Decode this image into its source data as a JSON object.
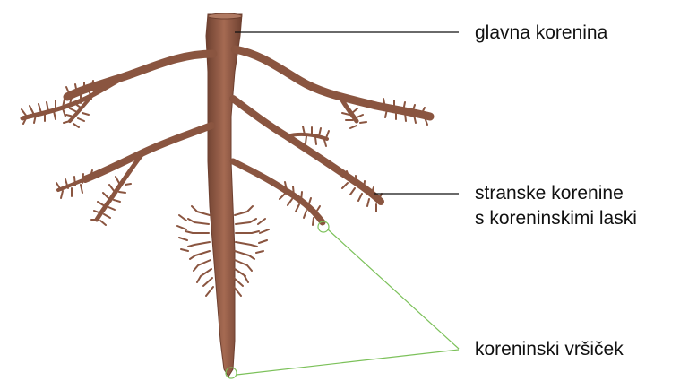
{
  "labels": {
    "main_root": "glavna korenina",
    "lateral_roots_line1": "stranske korenine",
    "lateral_roots_line2": "s koreninskimi laski",
    "root_tip": "koreninski vršiček"
  },
  "colors": {
    "root_base": "#8a5540",
    "root_dark": "#6e4030",
    "root_light": "#a9705a",
    "leader_main": "#111111",
    "leader_tip": "#7cc15a"
  }
}
